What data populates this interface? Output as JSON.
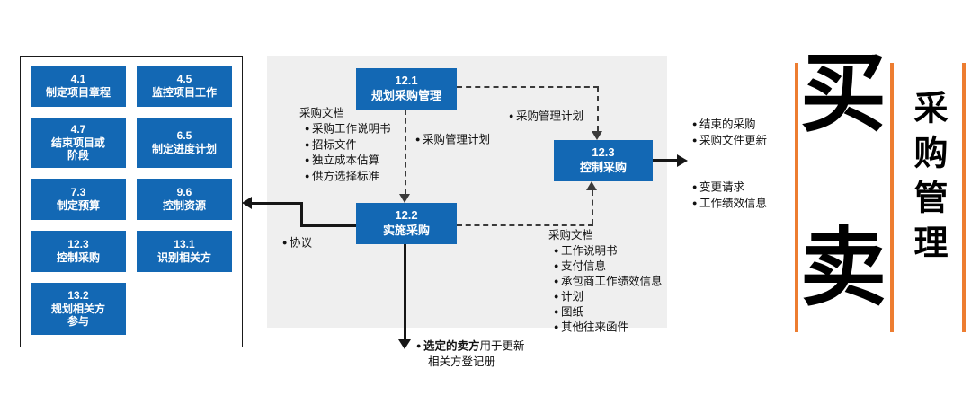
{
  "colors": {
    "process_blue": "#1368B4",
    "panel_gray": "#EFEFEF",
    "accent_orange": "#ED7D31",
    "line_dark": "#3A3A3A"
  },
  "matrix": {
    "items": [
      {
        "num": "4.1",
        "label": "制定项目章程"
      },
      {
        "num": "4.5",
        "label": "监控项目工作"
      },
      {
        "num": "4.7",
        "label": "结束项目或\n阶段"
      },
      {
        "num": "6.5",
        "label": "制定进度计划"
      },
      {
        "num": "7.3",
        "label": "制定预算"
      },
      {
        "num": "9.6",
        "label": "控制资源"
      },
      {
        "num": "12.3",
        "label": "控制采购"
      },
      {
        "num": "13.1",
        "label": "识别相关方"
      },
      {
        "num": "13.2",
        "label": "规划相关方\n参与"
      }
    ]
  },
  "processes": {
    "p12_1": {
      "num": "12.1",
      "label": "规划采购管理"
    },
    "p12_2": {
      "num": "12.2",
      "label": "实施采购"
    },
    "p12_3": {
      "num": "12.3",
      "label": "控制采购"
    }
  },
  "annotations": {
    "docs_from_planning": {
      "title": "采购文档",
      "items": [
        "采购工作说明书",
        "招标文件",
        "独立成本估算",
        "供方选择标准"
      ]
    },
    "plan_to_control": "采购管理计划",
    "plan_to_conduct": "采购管理计划",
    "control_outputs_top": [
      "结束的采购",
      "采购文件更新"
    ],
    "control_outputs_bottom": [
      "变更请求",
      "工作绩效信息"
    ],
    "agreement": "协议",
    "docs_from_conduct": {
      "title": "采购文档",
      "items": [
        "工作说明书",
        "支付信息",
        "承包商工作绩效信息",
        "计划",
        "图纸",
        "其他往来函件"
      ]
    },
    "seller_note": {
      "bold": "选定的卖方",
      "rest": "用于更新",
      "line2": "相关方登记册"
    }
  },
  "banner": {
    "char_top": "买",
    "char_bottom": "卖",
    "title": "采购管理"
  }
}
